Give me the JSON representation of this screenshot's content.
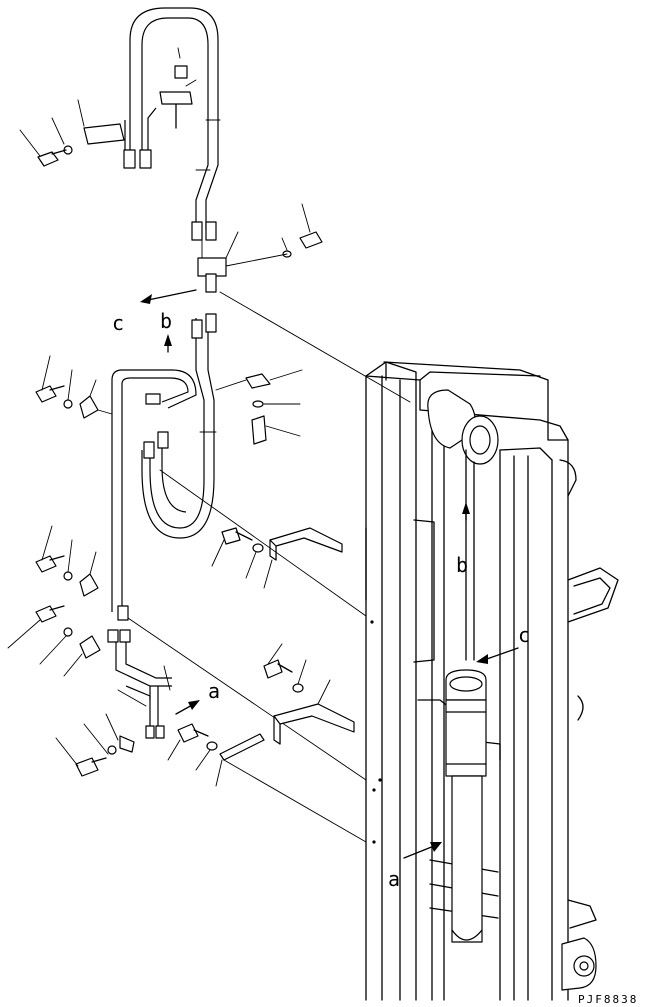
{
  "view_labels": {
    "c_upper": "c",
    "b_upper": "b",
    "a_lower": "a",
    "b_mast": "b",
    "c_mast": "c",
    "a_mast": "a"
  },
  "drawing_code": "PJF8838",
  "parts": [
    "upper-hose-loop",
    "upper-hose-clamp",
    "cap",
    "bracket-plate-upper",
    "bolt",
    "washer",
    "hose-block",
    "middle-hose-loop",
    "hose-clip",
    "bracket-angle",
    "plate-clip",
    "mast-assembly",
    "lift-cylinder",
    "pulley"
  ]
}
